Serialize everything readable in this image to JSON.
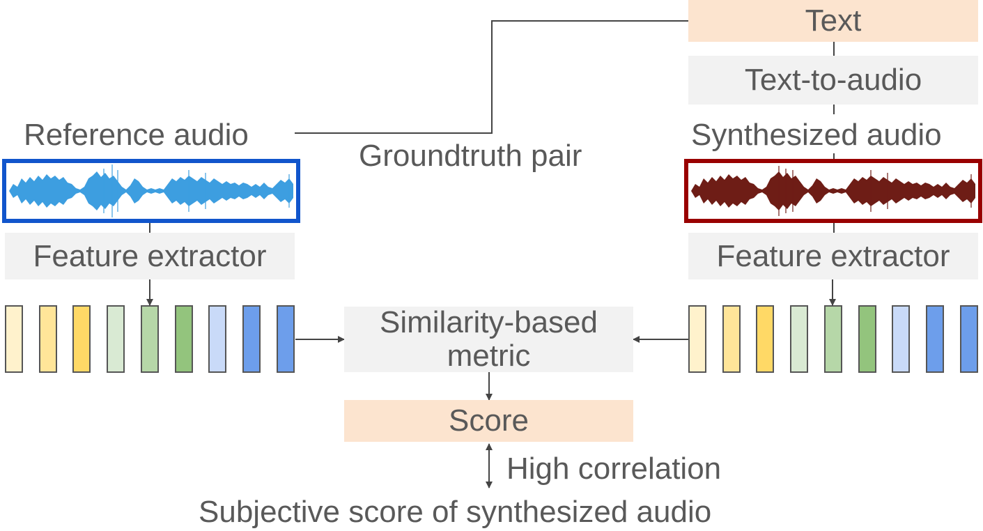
{
  "labels": {
    "text": "Text",
    "text_to_audio": "Text-to-audio",
    "synthesized_audio": "Synthesized audio",
    "reference_audio": "Reference audio",
    "groundtruth_pair": "Groundtruth pair",
    "feature_extractor_left": "Feature extractor",
    "feature_extractor_right": "Feature extractor",
    "similarity_metric": "Similarity-based metric",
    "score": "Score",
    "high_correlation": "High correlation",
    "subjective_score": "Subjective score of synthesized audio"
  },
  "colors": {
    "orange_box": "#fce4cf",
    "gray_box": "#f2f2f2",
    "reference_border": "#1155cc",
    "reference_wave": "#3d9ee0",
    "synth_border": "#990000",
    "synth_wave": "#6e1d16",
    "feature_vector": [
      "#fff2cc",
      "#ffe599",
      "#ffd966",
      "#d9ead3",
      "#b6d7a8",
      "#93c47d",
      "#c9daf8",
      "#6d9eeb",
      "#6d9eeb"
    ]
  }
}
